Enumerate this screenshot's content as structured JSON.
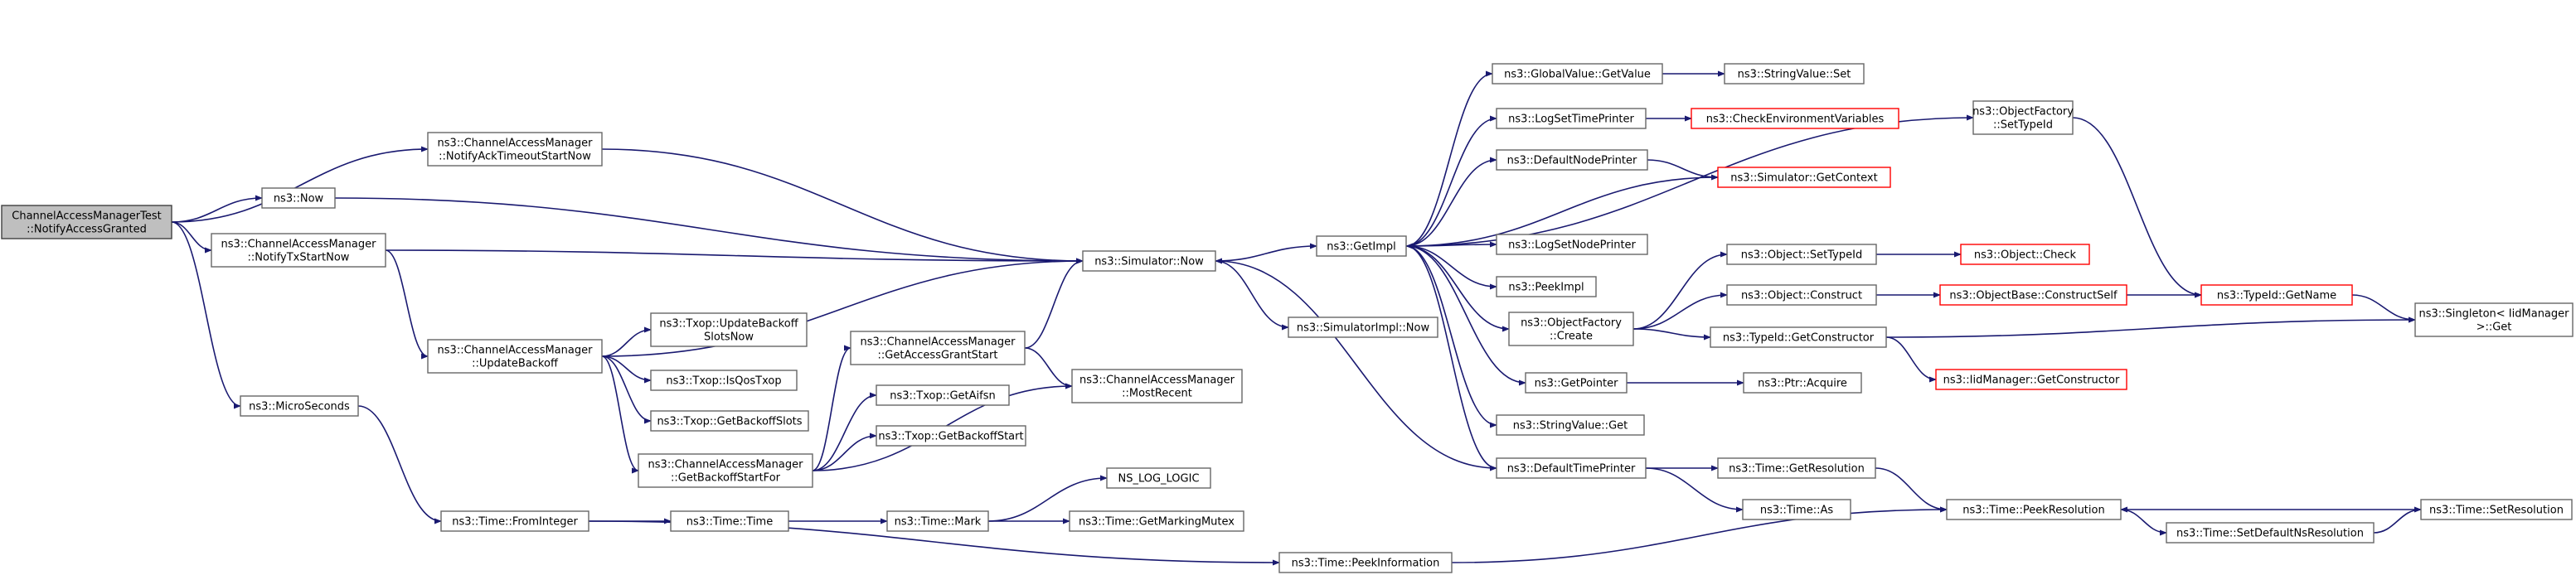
{
  "colors": {
    "edge": "#191970",
    "node_border": "#666666",
    "truncated_border": "#ff0000",
    "root_fill": "#bfbfbf"
  },
  "nodes": {
    "root": {
      "lines": [
        "ChannelAccessManagerTest",
        "::NotifyAccessGranted"
      ],
      "style": "root"
    },
    "notifyAckTimeout": {
      "lines": [
        "ns3::ChannelAccessManager",
        "::NotifyAckTimeoutStartNow"
      ]
    },
    "now": {
      "lines": [
        "ns3::Now"
      ]
    },
    "notifyTx": {
      "lines": [
        "ns3::ChannelAccessManager",
        "::NotifyTxStartNow"
      ]
    },
    "microSeconds": {
      "lines": [
        "ns3::MicroSeconds"
      ]
    },
    "updateBackoff": {
      "lines": [
        "ns3::ChannelAccessManager",
        "::UpdateBackoff"
      ]
    },
    "updateBackoffSlotsNow": {
      "lines": [
        "ns3::Txop::UpdateBackoff",
        "SlotsNow"
      ]
    },
    "isQosTxop": {
      "lines": [
        "ns3::Txop::IsQosTxop"
      ]
    },
    "getBackoffSlots": {
      "lines": [
        "ns3::Txop::GetBackoffSlots"
      ]
    },
    "getBackoffStartFor": {
      "lines": [
        "ns3::ChannelAccessManager",
        "::GetBackoffStartFor"
      ]
    },
    "getAccessGrantStart": {
      "lines": [
        "ns3::ChannelAccessManager",
        "::GetAccessGrantStart"
      ]
    },
    "getAifsn": {
      "lines": [
        "ns3::Txop::GetAifsn"
      ]
    },
    "getBackoffStart": {
      "lines": [
        "ns3::Txop::GetBackoffStart"
      ]
    },
    "simulatorNow": {
      "lines": [
        "ns3::Simulator::Now"
      ]
    },
    "mostRecent": {
      "lines": [
        "ns3::ChannelAccessManager",
        "::MostRecent"
      ]
    },
    "fromInteger": {
      "lines": [
        "ns3::Time::FromInteger"
      ]
    },
    "timeTime": {
      "lines": [
        "ns3::Time::Time"
      ]
    },
    "timeMark": {
      "lines": [
        "ns3::Time::Mark"
      ]
    },
    "nsLogLogic": {
      "lines": [
        "NS_LOG_LOGIC"
      ]
    },
    "getMarkingMutex": {
      "lines": [
        "ns3::Time::GetMarkingMutex"
      ]
    },
    "peekInformation": {
      "lines": [
        "ns3::Time::PeekInformation"
      ]
    },
    "getImpl": {
      "lines": [
        "ns3::GetImpl"
      ]
    },
    "simulatorImplNow": {
      "lines": [
        "ns3::SimulatorImpl::Now"
      ]
    },
    "globalValueGetValue": {
      "lines": [
        "ns3::GlobalValue::GetValue"
      ]
    },
    "stringValueSet": {
      "lines": [
        "ns3::StringValue::Set"
      ]
    },
    "logSetTimePrinter": {
      "lines": [
        "ns3::LogSetTimePrinter"
      ]
    },
    "checkEnvVars": {
      "lines": [
        "ns3::CheckEnvironmentVariables"
      ],
      "style": "trunc"
    },
    "defaultNodePrinter": {
      "lines": [
        "ns3::DefaultNodePrinter"
      ]
    },
    "simulatorGetContext": {
      "lines": [
        "ns3::Simulator::GetContext"
      ],
      "style": "trunc"
    },
    "logSetNodePrinter": {
      "lines": [
        "ns3::LogSetNodePrinter"
      ]
    },
    "peekImpl": {
      "lines": [
        "ns3::PeekImpl"
      ]
    },
    "objectFactoryCreate": {
      "lines": [
        "ns3::ObjectFactory",
        "::Create"
      ]
    },
    "getPointer": {
      "lines": [
        "ns3::GetPointer"
      ]
    },
    "stringValueGet": {
      "lines": [
        "ns3::StringValue::Get"
      ]
    },
    "defaultTimePrinter": {
      "lines": [
        "ns3::DefaultTimePrinter"
      ]
    },
    "objectSetTypeId": {
      "lines": [
        "ns3::Object::SetTypeId"
      ]
    },
    "objectCheck": {
      "lines": [
        "ns3::Object::Check"
      ],
      "style": "trunc"
    },
    "objectConstruct": {
      "lines": [
        "ns3::Object::Construct"
      ]
    },
    "objectBaseConstructSelf": {
      "lines": [
        "ns3::ObjectBase::ConstructSelf"
      ],
      "style": "trunc"
    },
    "typeIdGetConstructor": {
      "lines": [
        "ns3::TypeId::GetConstructor"
      ]
    },
    "iidManagerGetConstructor": {
      "lines": [
        "ns3::IidManager::GetConstructor"
      ],
      "style": "trunc"
    },
    "ptrAcquire": {
      "lines": [
        "ns3::Ptr::Acquire"
      ]
    },
    "timeGetResolution": {
      "lines": [
        "ns3::Time::GetResolution"
      ]
    },
    "timeAs": {
      "lines": [
        "ns3::Time::As"
      ]
    },
    "peekResolution": {
      "lines": [
        "ns3::Time::PeekResolution"
      ]
    },
    "setDefaultNsResolution": {
      "lines": [
        "ns3::Time::SetDefaultNsResolution"
      ]
    },
    "setResolution": {
      "lines": [
        "ns3::Time::SetResolution"
      ]
    },
    "objectFactorySetTypeId": {
      "lines": [
        "ns3::ObjectFactory",
        "::SetTypeId"
      ]
    },
    "typeIdGetName": {
      "lines": [
        "ns3::TypeId::GetName"
      ],
      "style": "trunc"
    },
    "singletonGet": {
      "lines": [
        "ns3::Singleton< IidManager",
        ">::Get"
      ]
    }
  },
  "edges": [
    [
      "root",
      "notifyAckTimeout"
    ],
    [
      "root",
      "now"
    ],
    [
      "root",
      "notifyTx"
    ],
    [
      "root",
      "microSeconds"
    ],
    [
      "notifyAckTimeout",
      "simulatorNow"
    ],
    [
      "now",
      "simulatorNow"
    ],
    [
      "notifyTx",
      "simulatorNow"
    ],
    [
      "notifyTx",
      "updateBackoff"
    ],
    [
      "updateBackoff",
      "simulatorNow"
    ],
    [
      "updateBackoff",
      "updateBackoffSlotsNow"
    ],
    [
      "updateBackoff",
      "isQosTxop"
    ],
    [
      "updateBackoff",
      "getBackoffSlots"
    ],
    [
      "updateBackoff",
      "getBackoffStartFor"
    ],
    [
      "getBackoffStartFor",
      "getAccessGrantStart"
    ],
    [
      "getBackoffStartFor",
      "getAifsn"
    ],
    [
      "getBackoffStartFor",
      "getBackoffStart"
    ],
    [
      "getBackoffStartFor",
      "mostRecent"
    ],
    [
      "getAccessGrantStart",
      "simulatorNow"
    ],
    [
      "getAccessGrantStart",
      "mostRecent"
    ],
    [
      "microSeconds",
      "fromInteger"
    ],
    [
      "fromInteger",
      "timeTime"
    ],
    [
      "fromInteger",
      "peekInformation"
    ],
    [
      "timeTime",
      "timeMark"
    ],
    [
      "timeMark",
      "nsLogLogic"
    ],
    [
      "timeMark",
      "getMarkingMutex"
    ],
    [
      "peekInformation",
      "peekResolution"
    ],
    [
      "simulatorNow",
      "getImpl"
    ],
    [
      "simulatorNow",
      "simulatorImplNow"
    ],
    [
      "getImpl",
      "globalValueGetValue"
    ],
    [
      "getImpl",
      "logSetTimePrinter"
    ],
    [
      "getImpl",
      "defaultNodePrinter"
    ],
    [
      "getImpl",
      "logSetNodePrinter"
    ],
    [
      "getImpl",
      "peekImpl"
    ],
    [
      "getImpl",
      "objectFactoryCreate"
    ],
    [
      "getImpl",
      "getPointer"
    ],
    [
      "getImpl",
      "stringValueGet"
    ],
    [
      "getImpl",
      "defaultTimePrinter"
    ],
    [
      "getImpl",
      "objectFactorySetTypeId"
    ],
    [
      "globalValueGetValue",
      "stringValueSet"
    ],
    [
      "logSetTimePrinter",
      "checkEnvVars"
    ],
    [
      "defaultNodePrinter",
      "simulatorGetContext"
    ],
    [
      "simulatorGetContext",
      "getImpl"
    ],
    [
      "defaultTimePrinter",
      "simulatorNow"
    ],
    [
      "objectFactoryCreate",
      "objectSetTypeId"
    ],
    [
      "objectFactoryCreate",
      "objectConstruct"
    ],
    [
      "objectFactoryCreate",
      "typeIdGetConstructor"
    ],
    [
      "objectSetTypeId",
      "objectCheck"
    ],
    [
      "objectConstruct",
      "objectBaseConstructSelf"
    ],
    [
      "objectBaseConstructSelf",
      "typeIdGetName"
    ],
    [
      "typeIdGetConstructor",
      "iidManagerGetConstructor"
    ],
    [
      "typeIdGetConstructor",
      "singletonGet"
    ],
    [
      "getPointer",
      "ptrAcquire"
    ],
    [
      "defaultTimePrinter",
      "timeGetResolution"
    ],
    [
      "defaultTimePrinter",
      "timeAs"
    ],
    [
      "timeGetResolution",
      "peekResolution"
    ],
    [
      "peekResolution",
      "setDefaultNsResolution"
    ],
    [
      "setDefaultNsResolution",
      "setResolution"
    ],
    [
      "setResolution",
      "peekResolution"
    ],
    [
      "objectFactorySetTypeId",
      "typeIdGetName"
    ],
    [
      "typeIdGetName",
      "singletonGet"
    ]
  ]
}
